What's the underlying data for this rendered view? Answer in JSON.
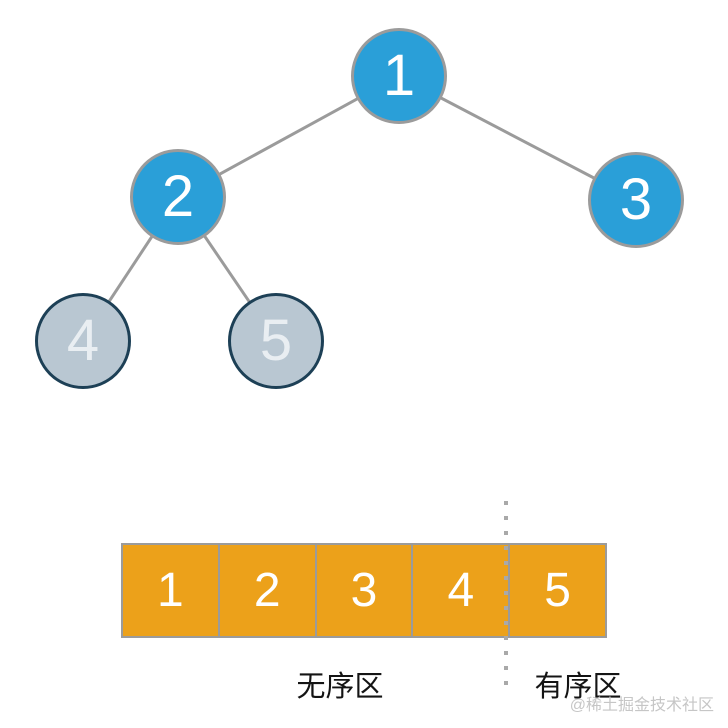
{
  "tree": {
    "nodes": [
      {
        "label": "1",
        "state": "active"
      },
      {
        "label": "2",
        "state": "active"
      },
      {
        "label": "3",
        "state": "active"
      },
      {
        "label": "4",
        "state": "inactive"
      },
      {
        "label": "5",
        "state": "inactive"
      }
    ],
    "edges": [
      {
        "from": "1",
        "to": "2"
      },
      {
        "from": "1",
        "to": "3"
      },
      {
        "from": "2",
        "to": "4"
      },
      {
        "from": "2",
        "to": "5"
      }
    ]
  },
  "array": {
    "cells": [
      "1",
      "2",
      "3",
      "4",
      "5"
    ],
    "divider_after_index": 3
  },
  "regions": {
    "unsorted_label": "无序区",
    "sorted_label": "有序区"
  },
  "watermark": "@稀土掘金技术社区",
  "colors": {
    "node_active": "#2a9fd8",
    "node_active_border": "#9b9b9b",
    "node_inactive": "#b9c7d2",
    "node_inactive_border": "#1d4056",
    "cell_fill": "#eca11a",
    "cell_border": "#9b9b9b",
    "edge": "#9b9b9b",
    "divider_dot": "#a9a9a9",
    "watermark_color": "#c6c6c6"
  }
}
